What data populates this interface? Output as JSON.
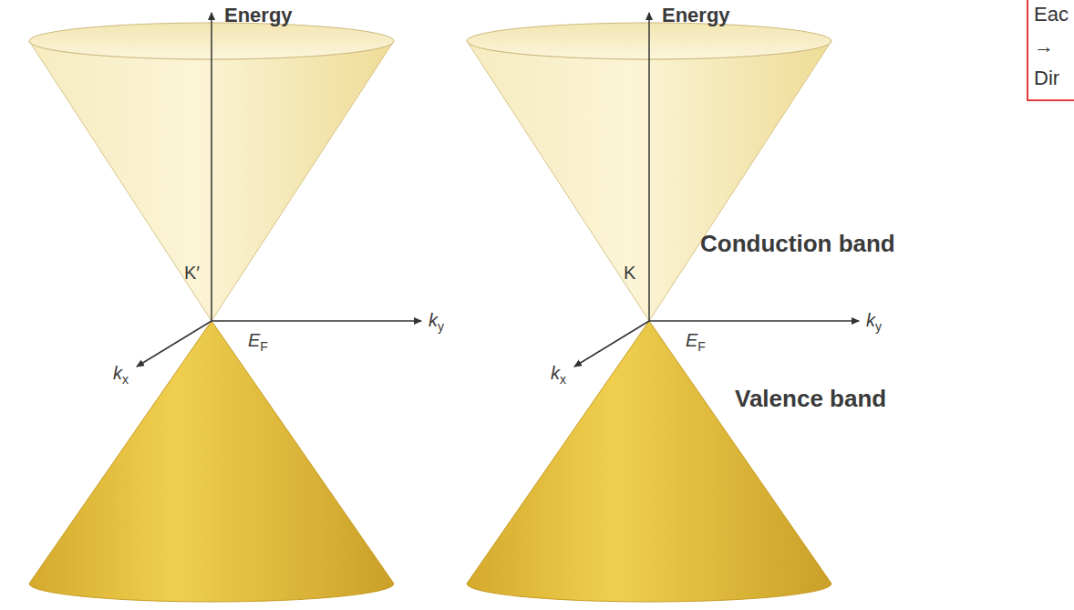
{
  "diagram": {
    "nodes": [
      {
        "text": [
          "Eac → Dir"
        ]
      }
    ],
    "labels": [
      "Energy",
      "K′",
      "ky",
      "kx",
      "EF",
      "Energy",
      "K",
      "ky",
      "kx",
      "EF",
      "Conduction band",
      "Valence band"
    ]
  }
}
